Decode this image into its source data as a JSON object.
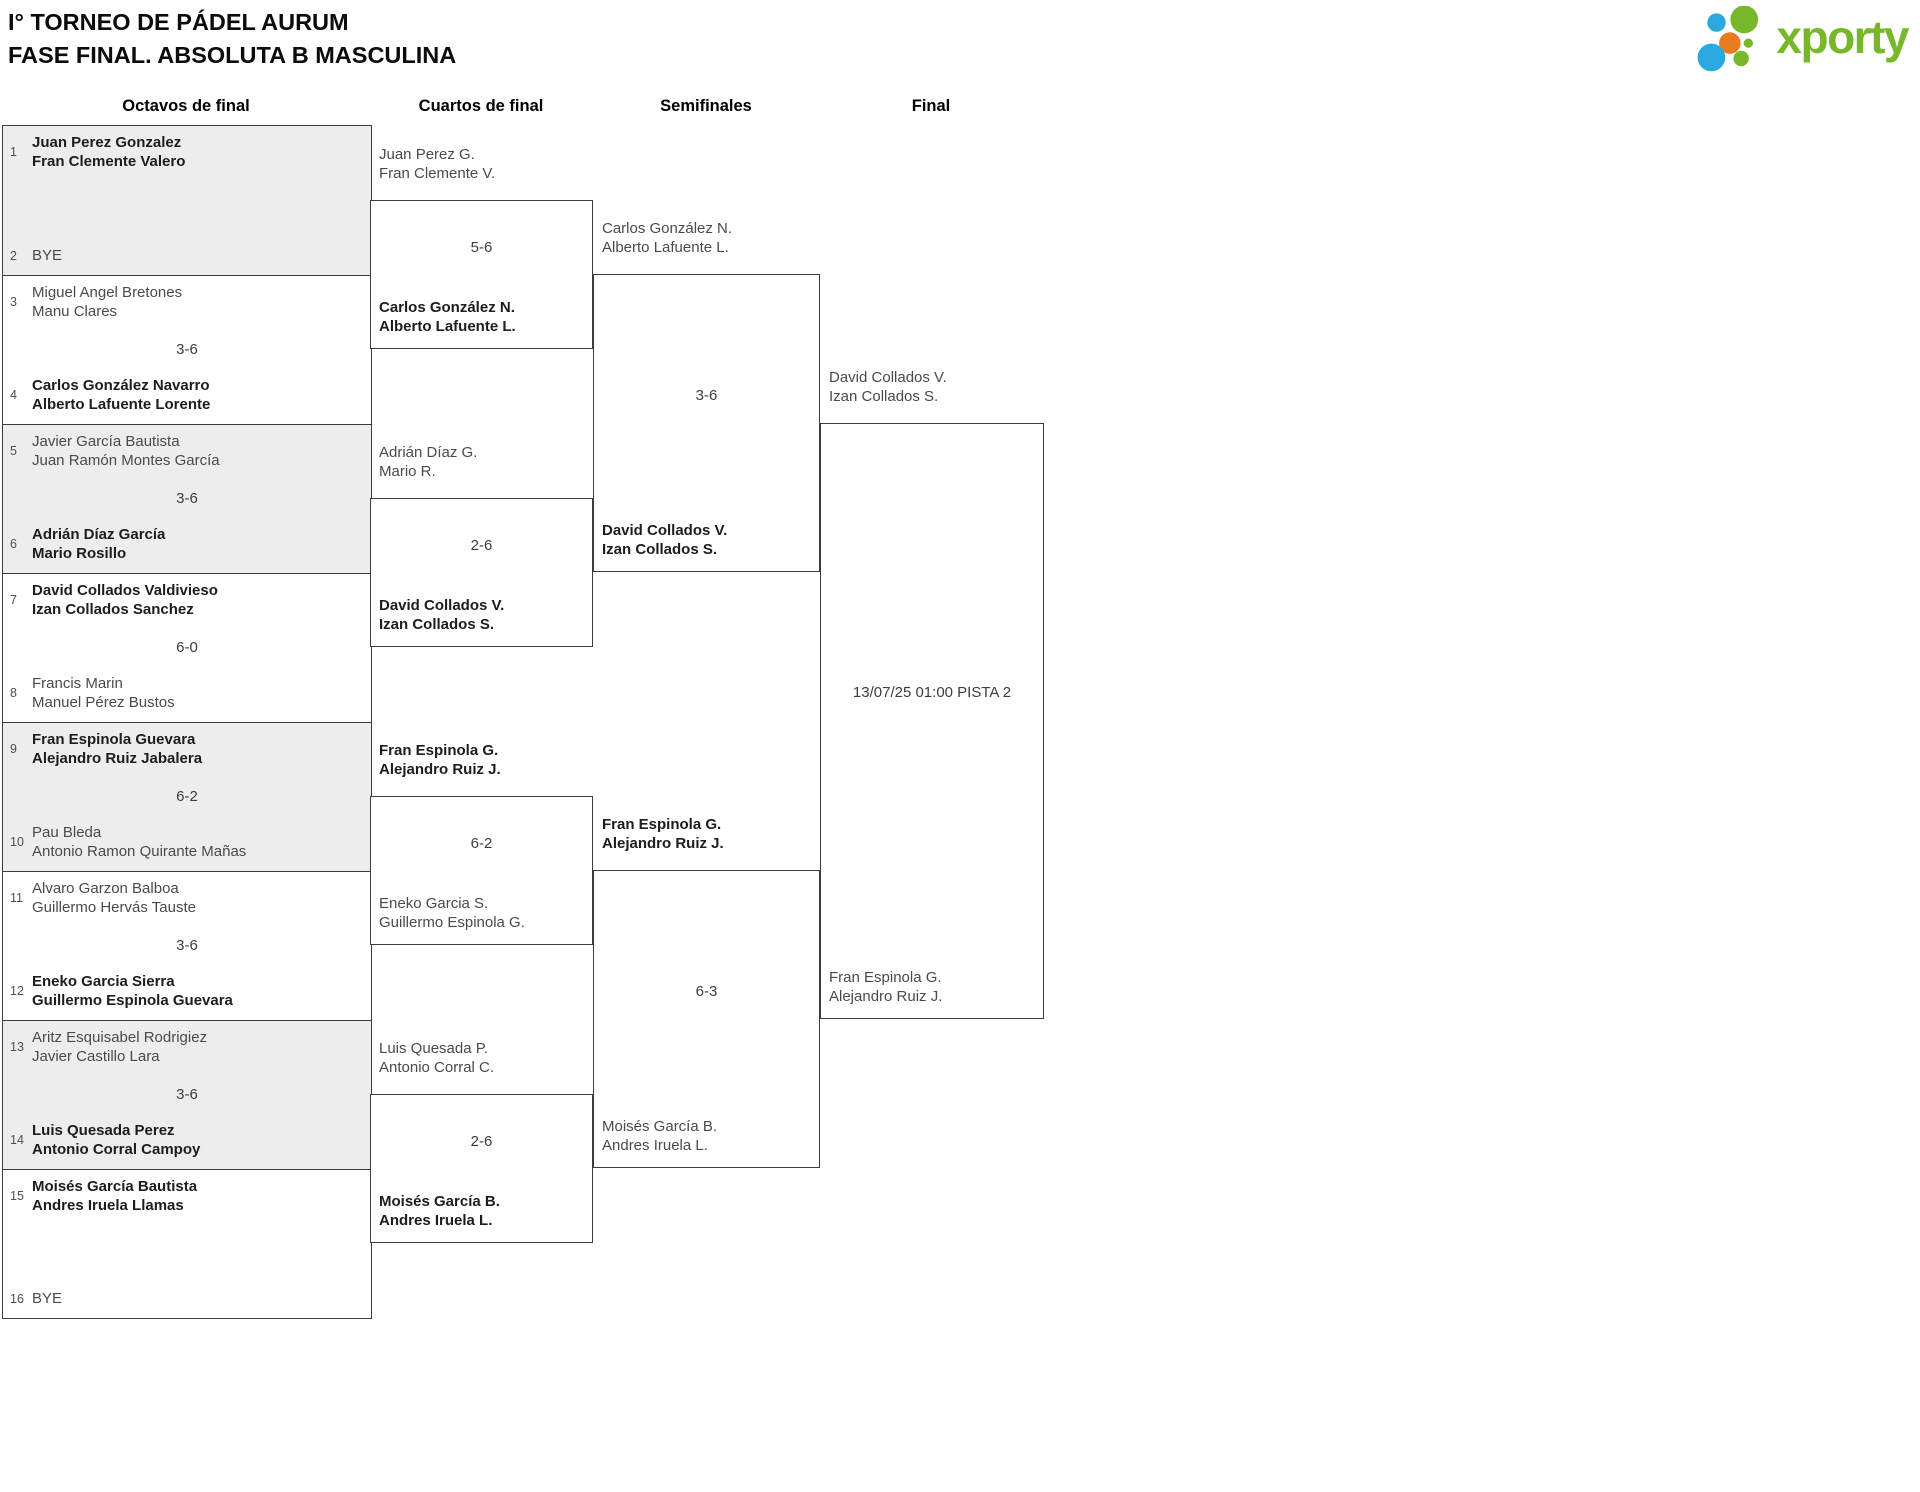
{
  "page": {
    "title_line1": "I° TORNEO DE PÁDEL AURUM",
    "title_line2": "FASE FINAL. ABSOLUTA B MASCULINA"
  },
  "brand": {
    "logo_text": "xporty",
    "green": "#76b82a",
    "blue": "#2aa9e0",
    "orange": "#e97b1f"
  },
  "rounds": {
    "octavos": {
      "label": "Octavos de final",
      "matches": [
        {
          "seed1": "1",
          "team1": [
            "Juan Perez Gonzalez",
            "Fran Clemente Valero"
          ],
          "team1_winner": true,
          "score": "",
          "seed2": "2",
          "team2": [
            "BYE"
          ],
          "team2_winner": false
        },
        {
          "seed1": "3",
          "team1": [
            "Miguel Angel Bretones",
            "Manu Clares"
          ],
          "team1_winner": false,
          "score": "3-6",
          "seed2": "4",
          "team2": [
            "Carlos González Navarro",
            "Alberto Lafuente Lorente"
          ],
          "team2_winner": true
        },
        {
          "seed1": "5",
          "team1": [
            "Javier García Bautista",
            "Juan Ramón Montes García"
          ],
          "team1_winner": false,
          "score": "3-6",
          "seed2": "6",
          "team2": [
            "Adrián Díaz García",
            "Mario Rosillo"
          ],
          "team2_winner": true
        },
        {
          "seed1": "7",
          "team1": [
            "David Collados Valdivieso",
            "Izan Collados Sanchez"
          ],
          "team1_winner": true,
          "score": "6-0",
          "seed2": "8",
          "team2": [
            "Francis Marin",
            "Manuel Pérez Bustos"
          ],
          "team2_winner": false
        },
        {
          "seed1": "9",
          "team1": [
            "Fran Espinola Guevara",
            "Alejandro Ruiz Jabalera"
          ],
          "team1_winner": true,
          "score": "6-2",
          "seed2": "10",
          "team2": [
            "Pau Bleda",
            "Antonio Ramon Quirante Mañas"
          ],
          "team2_winner": false
        },
        {
          "seed1": "11",
          "team1": [
            "Alvaro Garzon Balboa",
            "Guillermo Hervás Tauste"
          ],
          "team1_winner": false,
          "score": "3-6",
          "seed2": "12",
          "team2": [
            "Eneko Garcia Sierra",
            "Guillermo Espinola Guevara"
          ],
          "team2_winner": true
        },
        {
          "seed1": "13",
          "team1": [
            "Aritz Esquisabel Rodrigiez",
            "Javier Castillo Lara"
          ],
          "team1_winner": false,
          "score": "3-6",
          "seed2": "14",
          "team2": [
            "Luis Quesada Perez",
            "Antonio Corral Campoy"
          ],
          "team2_winner": true
        },
        {
          "seed1": "15",
          "team1": [
            "Moisés García Bautista",
            "Andres Iruela Llamas"
          ],
          "team1_winner": true,
          "score": "",
          "seed2": "16",
          "team2": [
            "BYE"
          ],
          "team2_winner": false
        }
      ]
    },
    "cuartos": {
      "label": "Cuartos de final",
      "matches": [
        {
          "team1": [
            "Juan Perez G.",
            "Fran Clemente V."
          ],
          "team1_winner": false,
          "score": "5-6",
          "team2": [
            "Carlos González N.",
            "Alberto Lafuente L."
          ],
          "team2_winner": true
        },
        {
          "team1": [
            "Adrián Díaz G.",
            "Mario R."
          ],
          "team1_winner": false,
          "score": "2-6",
          "team2": [
            "David Collados V.",
            "Izan Collados S."
          ],
          "team2_winner": true
        },
        {
          "team1": [
            "Fran Espinola G.",
            "Alejandro Ruiz J."
          ],
          "team1_winner": true,
          "score": "6-2",
          "team2": [
            "Eneko Garcia S.",
            "Guillermo Espinola G."
          ],
          "team2_winner": false
        },
        {
          "team1": [
            "Luis Quesada P.",
            "Antonio Corral C."
          ],
          "team1_winner": false,
          "score": "2-6",
          "team2": [
            "Moisés García B.",
            "Andres Iruela L."
          ],
          "team2_winner": true
        }
      ]
    },
    "semifinales": {
      "label": "Semifinales",
      "matches": [
        {
          "team1": [
            "Carlos González N.",
            "Alberto Lafuente L."
          ],
          "team1_winner": false,
          "score": "3-6",
          "team2": [
            "David Collados V.",
            "Izan Collados S."
          ],
          "team2_winner": true
        },
        {
          "team1": [
            "Fran Espinola G.",
            "Alejandro Ruiz J."
          ],
          "team1_winner": true,
          "score": "6-3",
          "team2": [
            "Moisés García B.",
            "Andres Iruela L."
          ],
          "team2_winner": false
        }
      ]
    },
    "final": {
      "label": "Final",
      "matches": [
        {
          "team1": [
            "David Collados V.",
            "Izan Collados S."
          ],
          "team1_winner": false,
          "schedule": "13/07/25 01:00 PISTA 2",
          "team2": [
            "Fran Espinola G.",
            "Alejandro Ruiz J."
          ],
          "team2_winner": false
        }
      ]
    }
  }
}
